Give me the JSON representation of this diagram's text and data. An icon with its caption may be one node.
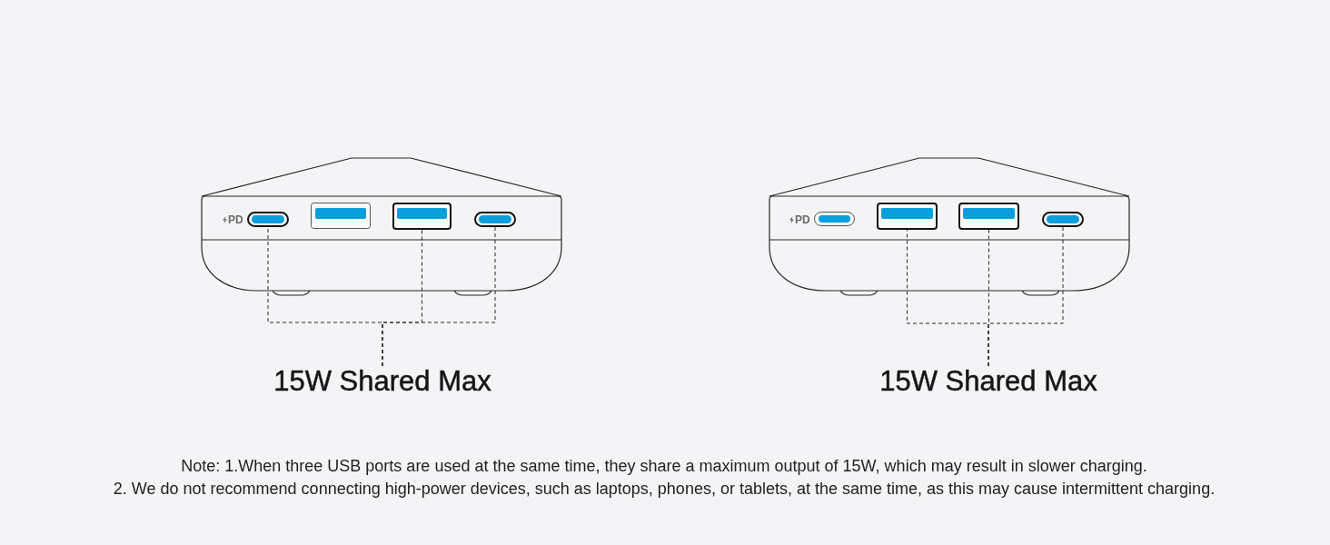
{
  "diagram": {
    "nodes": [
      {
        "text": [],
        "shape": "box",
        "beside": [
          "PD"
        ]
      },
      {
        "text": [],
        "shape": "box"
      },
      {
        "text": [],
        "shape": "box"
      },
      {
        "text": [],
        "shape": "box"
      },
      {
        "text": [
          "15W Shared Max"
        ]
      },
      {
        "text": [],
        "shape": "box",
        "beside": [
          "PD"
        ]
      },
      {
        "text": [],
        "shape": "box"
      },
      {
        "text": [],
        "shape": "box"
      },
      {
        "text": [],
        "shape": "box"
      },
      {
        "text": [
          "15W Shared Max"
        ]
      }
    ],
    "edges": [
      {
        "from": 4,
        "to": 0,
        "arrow": "none",
        "style": "dashed"
      },
      {
        "from": 4,
        "to": 2,
        "arrow": "none",
        "style": "dashed"
      },
      {
        "from": 4,
        "to": 3,
        "arrow": "none",
        "style": "dashed"
      },
      {
        "from": 9,
        "to": 6,
        "arrow": "none",
        "style": "dashed"
      },
      {
        "from": 9,
        "to": 7,
        "arrow": "none",
        "style": "dashed"
      },
      {
        "from": 9,
        "to": 8,
        "arrow": "none",
        "style": "dashed"
      }
    ],
    "labels": [
      "Note: 1.When three USB ports are used at the same time, they share a maximum output of 15W, which may result in slower charging.",
      "2. We do not recommend connecting high-power devices, such as laptops, phones, or tablets, at the same time, as this may cause intermittent charging."
    ]
  }
}
